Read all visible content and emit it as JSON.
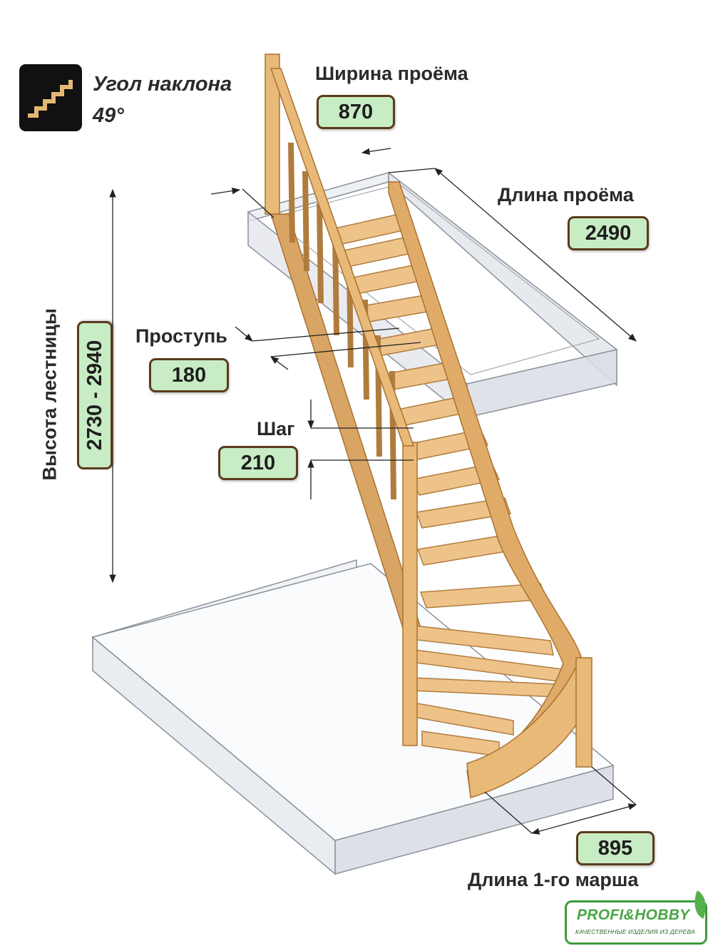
{
  "angle": {
    "label": "Угол наклона",
    "value": "49°"
  },
  "opening_width": {
    "label": "Ширина проёма",
    "value": "870"
  },
  "opening_length": {
    "label": "Длина проёма",
    "value": "2490"
  },
  "tread": {
    "label": "Проступь",
    "value": "180"
  },
  "step": {
    "label": "Шаг",
    "value": "210"
  },
  "stair_height": {
    "label": "Высота лестницы",
    "value": "2730 - 2940"
  },
  "first_flight": {
    "label": "Длина 1-го марша",
    "value": "895"
  },
  "logo": {
    "text": "PROFI&HOBBY",
    "tagline": "КАЧЕСТВЕННЫЕ ИЗДЕЛИЯ ИЗ ДЕРЕВА"
  },
  "colors": {
    "wood": "#e9b978",
    "wood_dark": "#c48d4d",
    "value_bg": "#c8ecc4",
    "value_border": "#5a3b1c",
    "logo_green": "#4aa545"
  },
  "icons": [
    "stairs-icon",
    "leaf-icon"
  ]
}
